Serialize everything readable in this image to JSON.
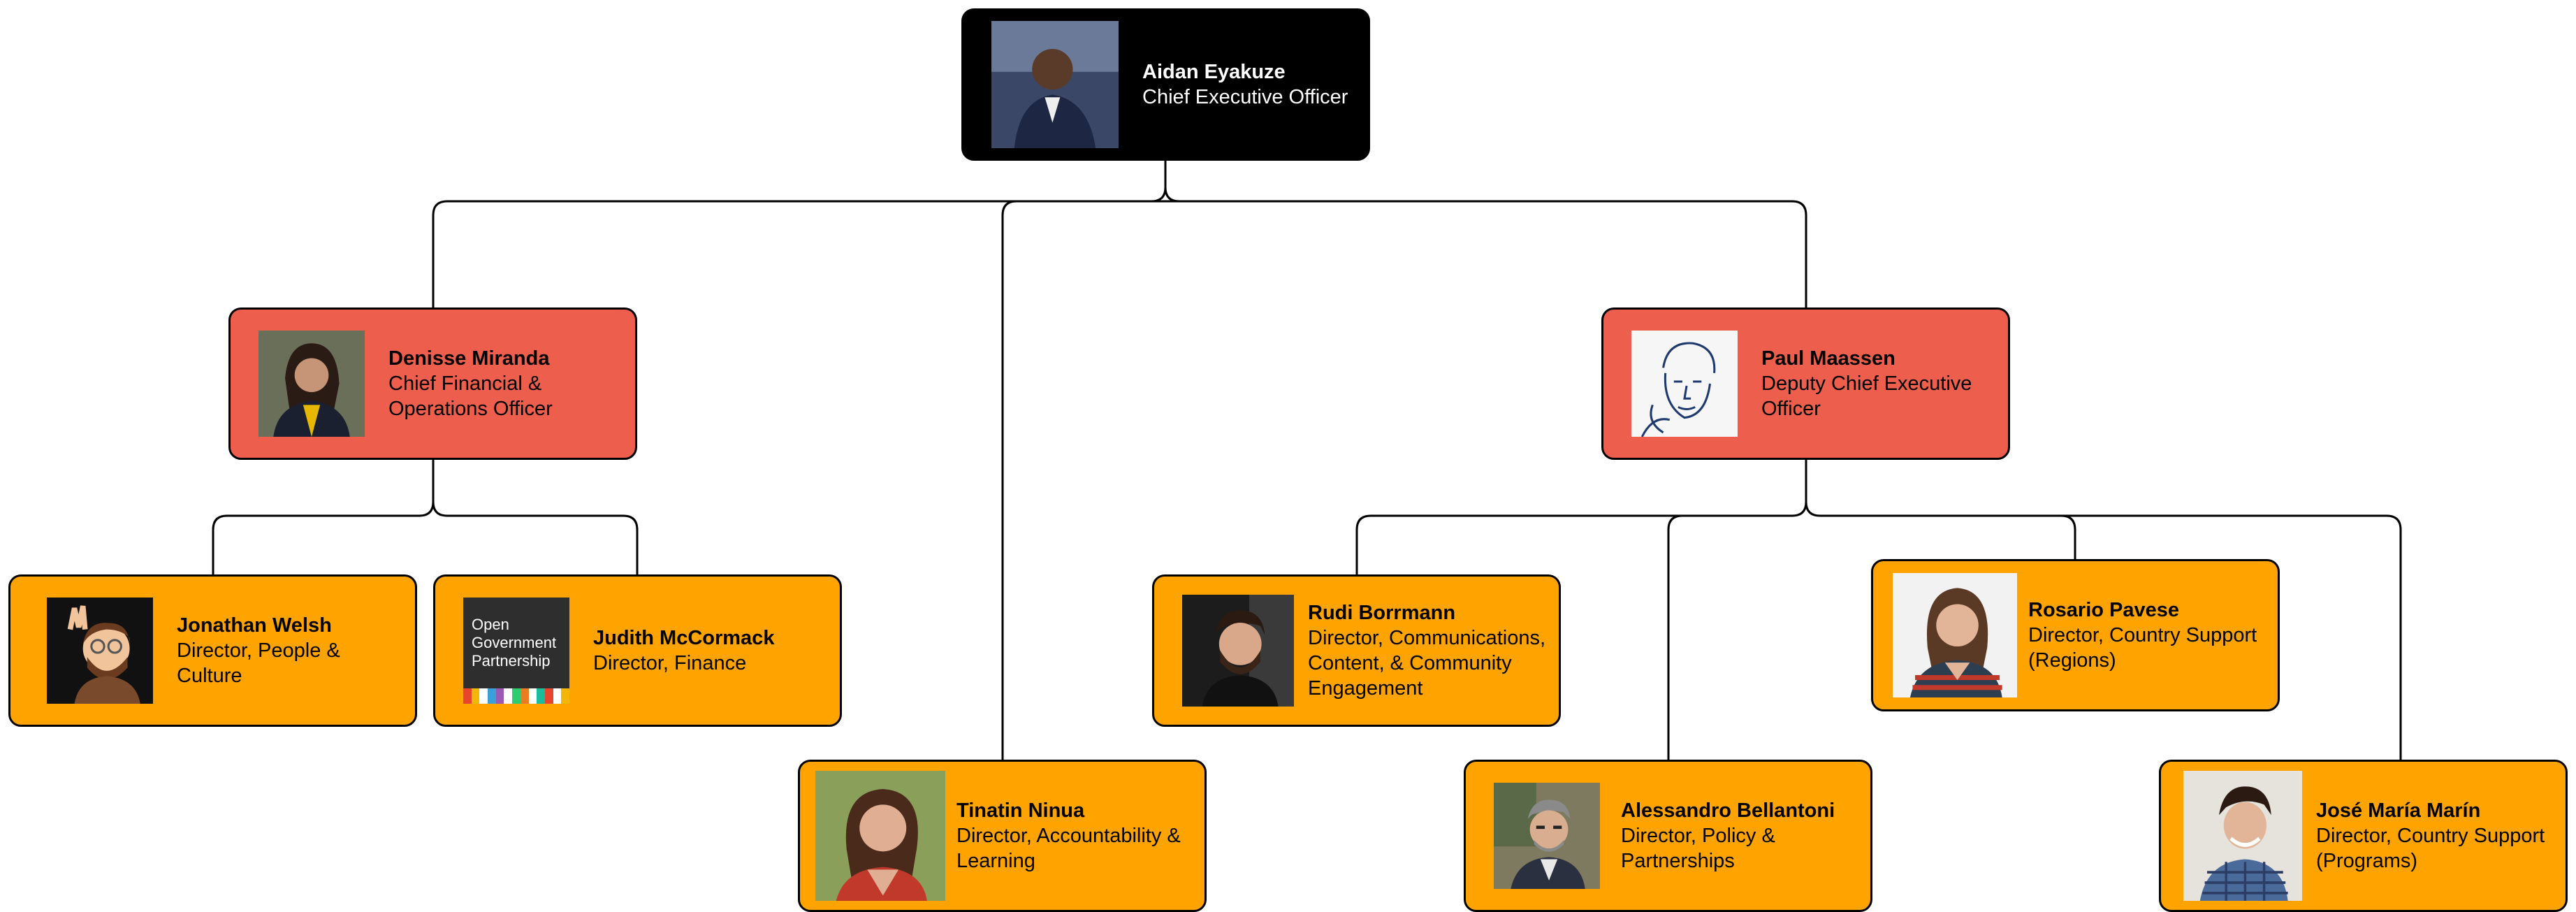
{
  "org_chart": {
    "ceo": {
      "name": "Aidan Eyakuze",
      "title": "Chief Executive Officer"
    },
    "cfo": {
      "name": "Denisse Miranda",
      "title": "Chief Financial & Operations Officer"
    },
    "deputy": {
      "name": "Paul Maassen",
      "title": "Deputy Chief Executive Officer"
    },
    "people": {
      "name": "Jonathan Welsh",
      "title": "Director, People & Culture"
    },
    "finance": {
      "name": "Judith McCormack",
      "title": "Director, Finance",
      "logo_text": "Open Government Partnership"
    },
    "accountability": {
      "name": "Tinatin Ninua",
      "title": "Director, Accountability & Learning"
    },
    "communications": {
      "name": "Rudi Borrmann",
      "title": "Director, Communications, Content, & Community Engagement"
    },
    "policy": {
      "name": "Alessandro Bellantoni",
      "title": "Director, Policy & Partnerships"
    },
    "regions": {
      "name": "Rosario Pavese",
      "title": "Director, Country Support (Regions)"
    },
    "programs": {
      "name": "José María Marín",
      "title": "Director, Country Support (Programs)"
    }
  },
  "colors": {
    "ceo_box": "#000000",
    "executive_box": "#ED5E4C",
    "director_box": "#FFA300",
    "connector": "#000000"
  }
}
